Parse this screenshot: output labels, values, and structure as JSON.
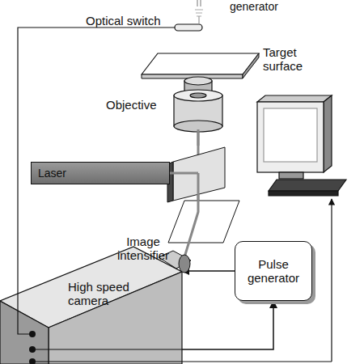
{
  "diagram": {
    "nodes": [
      {
        "text": [
          "Laser"
        ]
      },
      {
        "text": [
          "Pulse generator"
        ]
      },
      {
        "text": [
          "High speed camera"
        ]
      }
    ],
    "edges": [
      {
        "from": 2,
        "to": 1,
        "arrow": "to"
      },
      {
        "from": 1,
        "to": 2,
        "arrow": "to"
      }
    ],
    "labels": [
      "generator",
      "Optical switch",
      "Target surface",
      "Objective",
      "Image intensifier"
    ]
  }
}
